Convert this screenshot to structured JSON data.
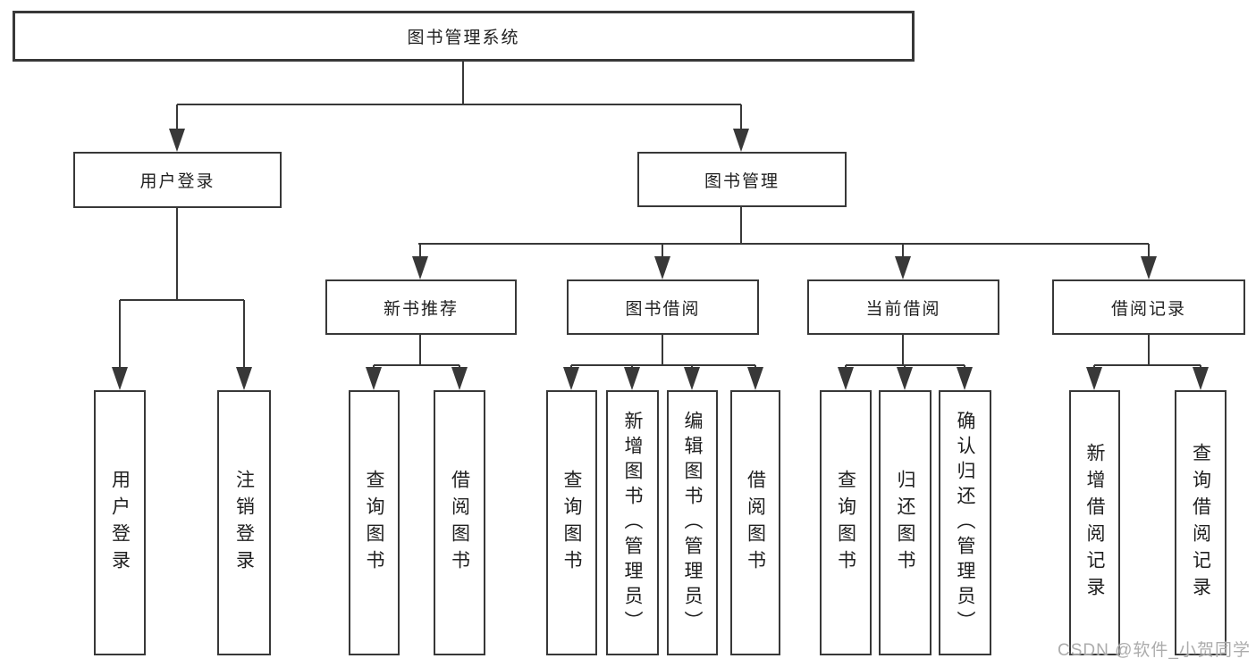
{
  "diagram": {
    "root": {
      "label": "图书管理系统"
    },
    "branches": [
      {
        "label": "用户登录",
        "leaves": [
          "用户登录",
          "注销登录"
        ]
      },
      {
        "label": "图书管理",
        "groups": [
          {
            "label": "新书推荐",
            "leaves": [
              "查询图书",
              "借阅图书"
            ]
          },
          {
            "label": "图书借阅",
            "leaves": [
              "查询图书",
              "新增图书（管理员）",
              "编辑图书（管理员）",
              "借阅图书"
            ]
          },
          {
            "label": "当前借阅",
            "leaves": [
              "查询图书",
              "归还图书",
              "确认归还（管理员）"
            ]
          },
          {
            "label": "借阅记录",
            "leaves": [
              "新增借阅记录",
              "查询借阅记录"
            ]
          }
        ]
      }
    ]
  },
  "watermark": {
    "text": "CSDN @软件_小贺同学"
  },
  "colors": {
    "line": "#383838",
    "box_border": "#383838",
    "text": "#1f1f1f",
    "watermark": "#a8a8a8",
    "background": "#ffffff"
  }
}
